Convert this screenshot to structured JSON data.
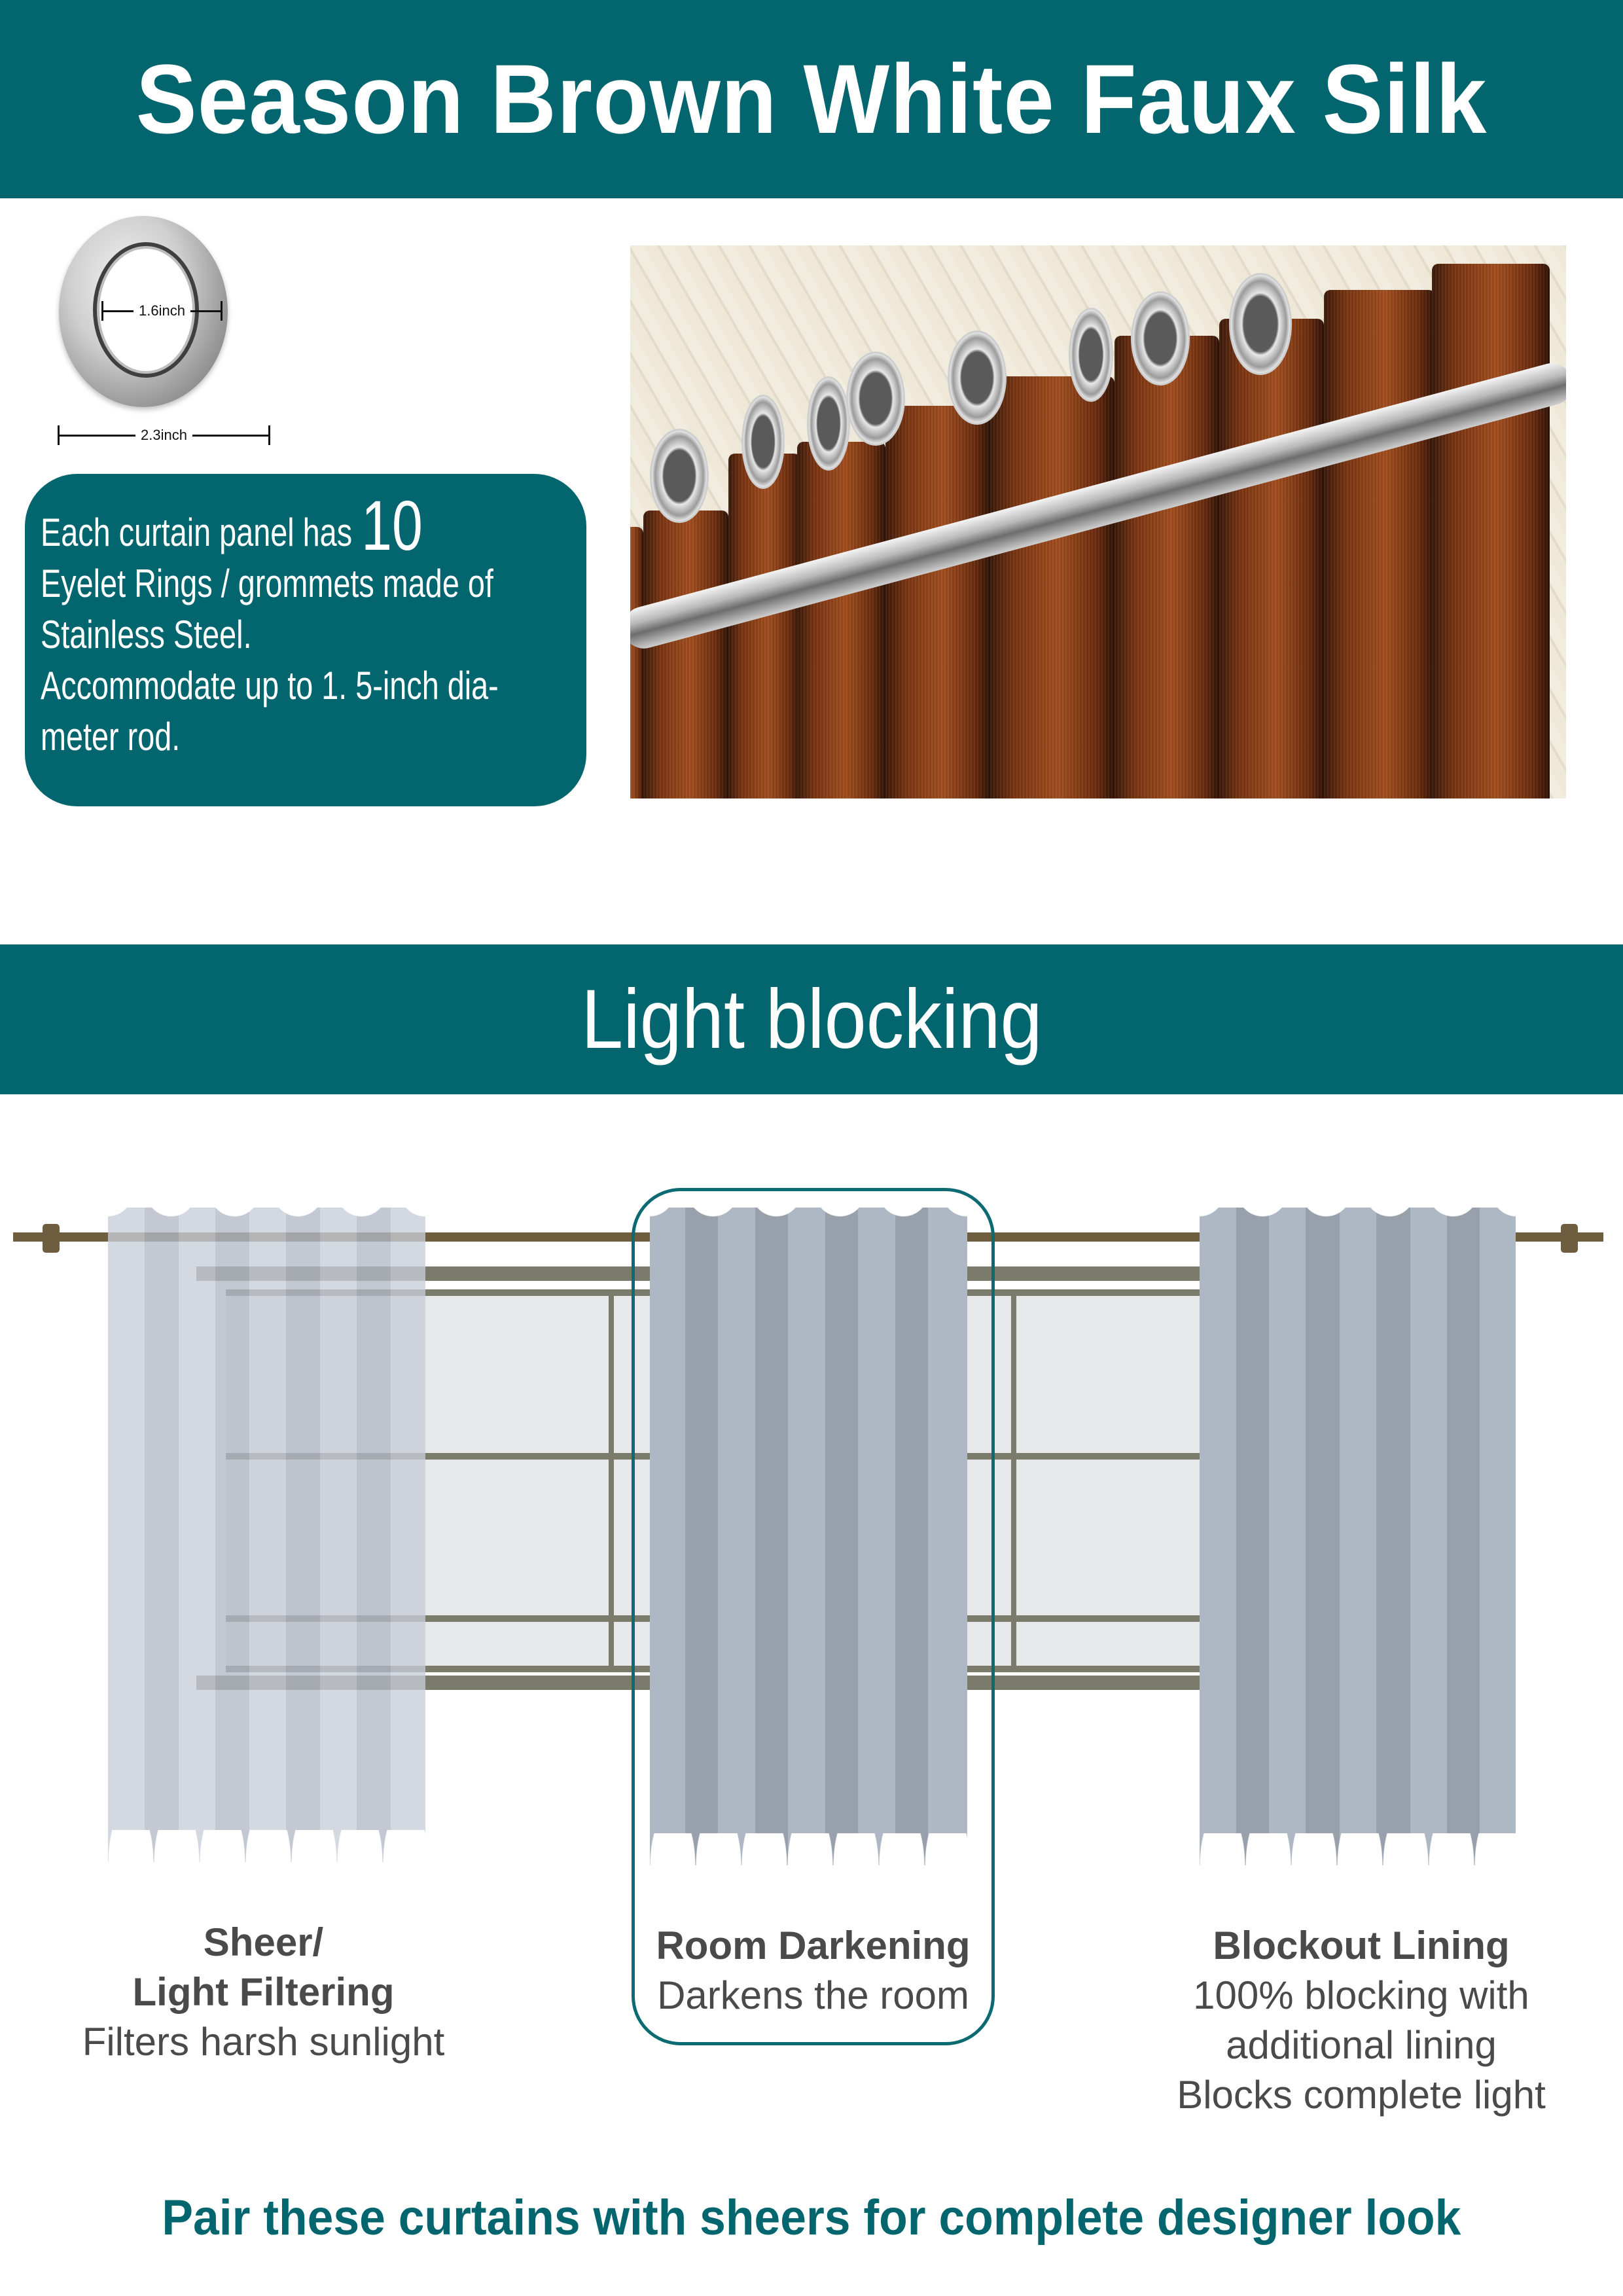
{
  "header": {
    "title": "Season Brown White Faux Silk"
  },
  "grommet": {
    "inner_diameter_label": "1.6inch",
    "outer_diameter_label": "2.3inch"
  },
  "info_box": {
    "line1_prefix": "Each curtain panel has",
    "ring_count": "10",
    "line2": "Eyelet Rings /  grommets made of",
    "line3": "Stainless Steel.",
    "line4": "Accommodate up to 1. 5-inch dia-",
    "line5": "meter rod."
  },
  "photo": {
    "subject": "brown faux silk grommet curtain on stainless steel rod"
  },
  "light_blocking": {
    "title": "Light blocking",
    "options": [
      {
        "title_line1": "Sheer/",
        "title_line2": "Light Filtering",
        "desc": "Filters harsh sunlight"
      },
      {
        "title": "Room Darkening",
        "desc": "Darkens the room",
        "highlighted": true
      },
      {
        "title": "Blockout Lining",
        "desc_line1": "100% blocking with",
        "desc_line2": "additional lining",
        "desc_line3": "Blocks complete light"
      }
    ]
  },
  "footer": {
    "tagline": "Pair these curtains with sheers for complete designer look"
  },
  "colors": {
    "brand_teal": "#03666F",
    "label_gray": "#4A4A4A",
    "rod_brown": "#6E5D3F",
    "frame_olive": "#7B7B6B",
    "curtain_light": "#AEB7C4",
    "curtain_dark": "#98A0AC",
    "curtain_fabric_brown": "#8A3E16"
  }
}
